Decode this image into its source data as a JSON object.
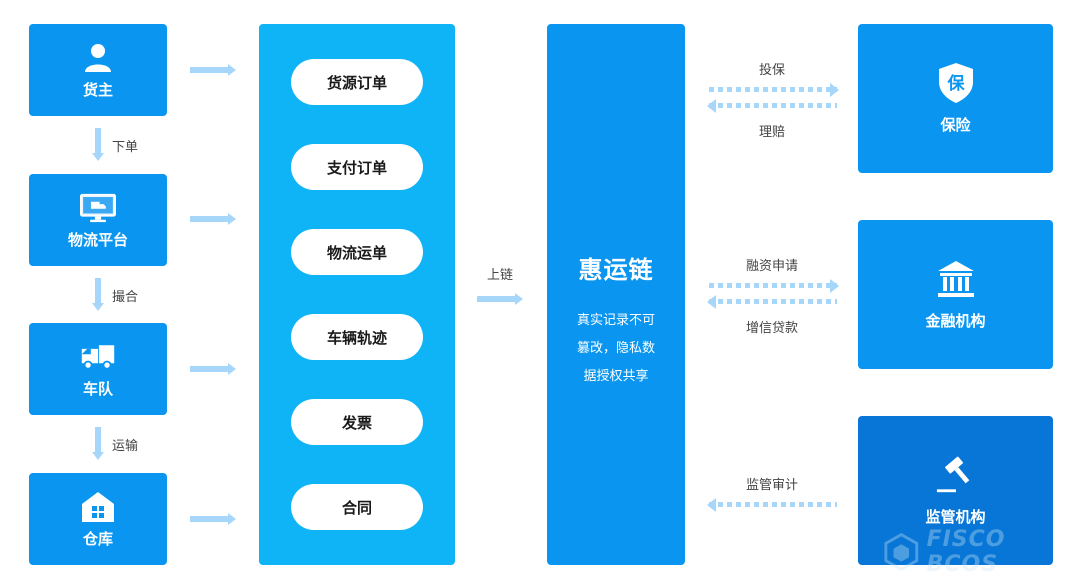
{
  "actors": [
    {
      "label": "货主",
      "icon": "person-icon"
    },
    {
      "label": "物流平台",
      "icon": "monitor-truck-icon"
    },
    {
      "label": "车队",
      "icon": "truck-icon"
    },
    {
      "label": "仓库",
      "icon": "warehouse-icon"
    }
  ],
  "flow_labels": [
    "下单",
    "撮合",
    "运输"
  ],
  "documents": [
    "货源订单",
    "支付订单",
    "物流运单",
    "车辆轨迹",
    "发票",
    "合同"
  ],
  "upchain_label": "上链",
  "chain": {
    "title": "惠运链",
    "desc_lines": [
      "真实记录不可",
      "篡改，隐私数",
      "据授权共享"
    ]
  },
  "institutions": [
    {
      "label": "保险",
      "icon": "shield-bao-icon",
      "top_label": "投保",
      "bottom_label": "理赔",
      "color": "#0a96f0"
    },
    {
      "label": "金融机构",
      "icon": "bank-icon",
      "top_label": "融资申请",
      "bottom_label": "增信贷款",
      "color": "#0a96f0"
    },
    {
      "label": "监管机构",
      "icon": "gavel-icon",
      "top_label": "监管审计",
      "bottom_label": "",
      "color": "#0876d6"
    }
  ],
  "watermark": "FISCO BCOS",
  "colors": {
    "primary": "#0a96f0",
    "doc_column": "#0eb4f5",
    "regulator": "#0876d6",
    "arrow": "#a7d6fb"
  }
}
